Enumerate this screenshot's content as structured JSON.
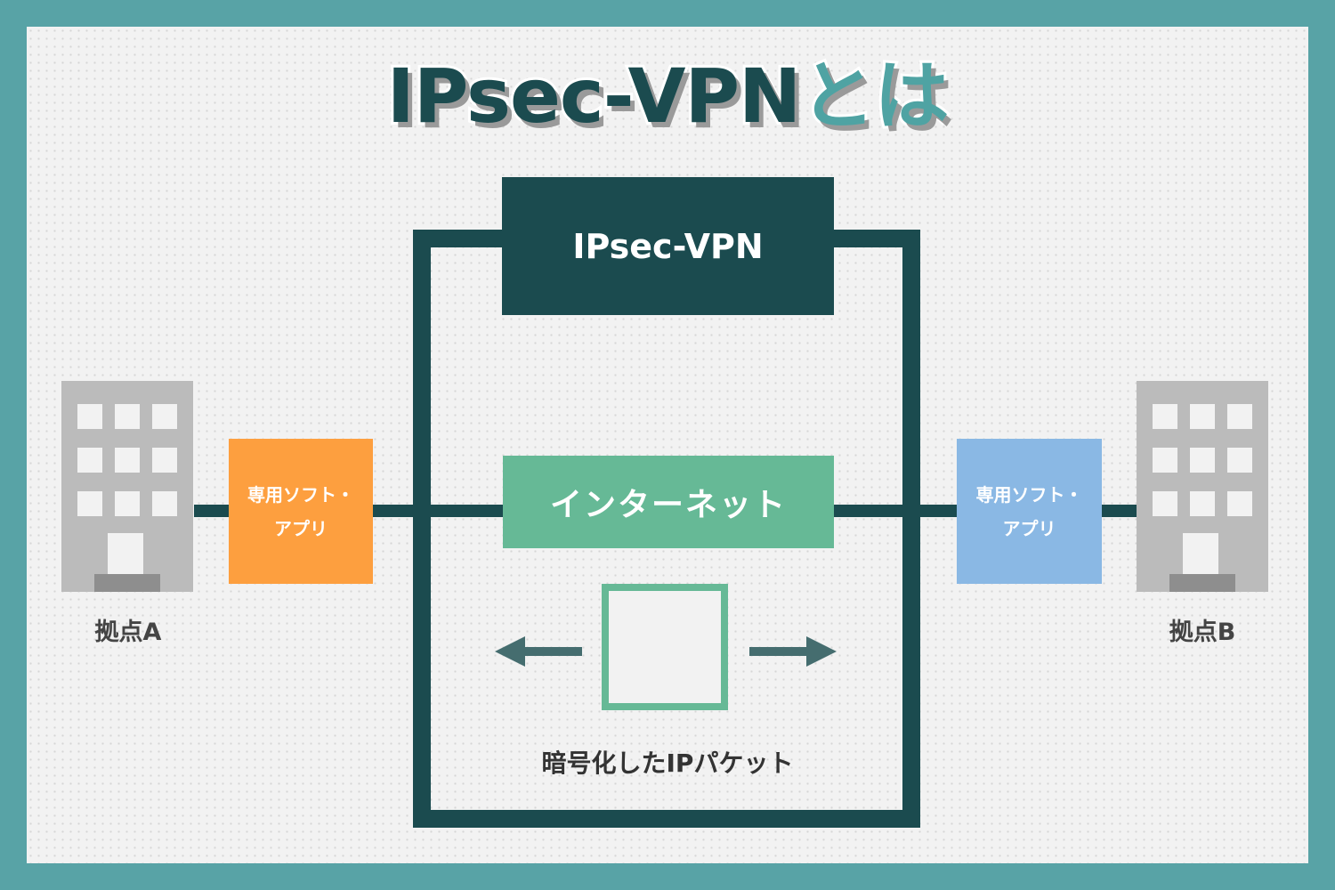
{
  "title": {
    "main": "IPsec-VPN",
    "sub": "とは"
  },
  "vpn": {
    "label": "IPsec-VPN"
  },
  "internet": {
    "label": "インターネット"
  },
  "site_a": {
    "label": "拠点A",
    "software_line1": "専用ソフト・",
    "software_line2": "アプリ",
    "software_color": "#fd9f3f"
  },
  "site_b": {
    "label": "拠点B",
    "software_line1": "専用ソフト・",
    "software_line2": "アプリ",
    "software_color": "#8ab8e4"
  },
  "packet": {
    "label": "暗号化したIPパケット"
  },
  "colors": {
    "frame": "#1b4b4f",
    "accent": "#58a3a6",
    "internet": "#66b996",
    "building": "#bbbbbb"
  },
  "icons": {
    "building": "building-icon",
    "arrow_left": "arrow-left-icon",
    "arrow_right": "arrow-right-icon",
    "packet": "packet-icon"
  }
}
